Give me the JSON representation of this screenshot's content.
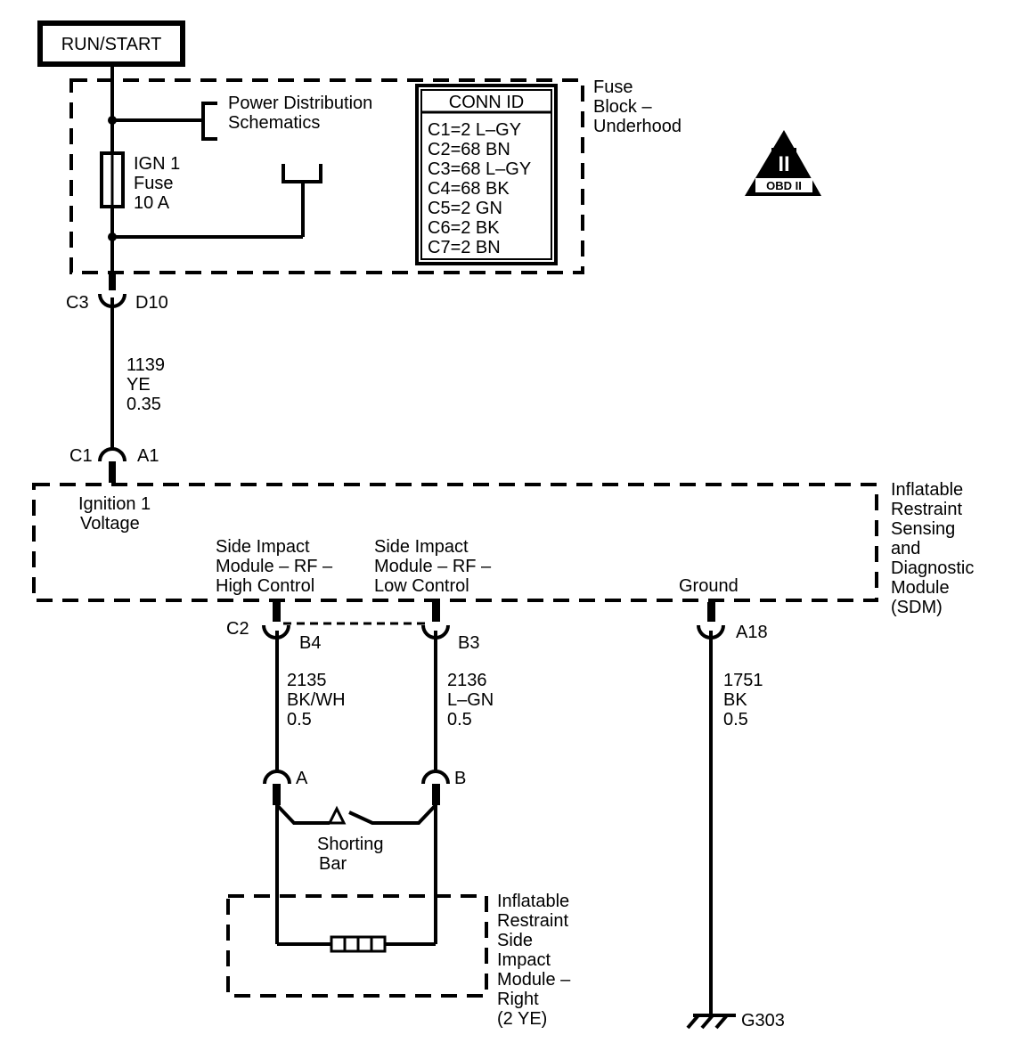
{
  "power_label": "RUN/START",
  "fuse_block": {
    "label": [
      "Fuse",
      "Block –",
      "Underhood"
    ],
    "power_distribution": [
      "Power Distribution",
      "Schematics"
    ],
    "fuse": [
      "IGN 1",
      "Fuse",
      "10 A"
    ],
    "conn_id_title": "CONN ID",
    "conn_ids": [
      "C1=2 L–GY",
      "C2=68 BN",
      "C3=68 L–GY",
      "C4=68 BK",
      "C5=2 GN",
      "C6=2 BK",
      "C7=2 BN"
    ]
  },
  "obd_badge": {
    "symbol": "II",
    "label": "OBD II"
  },
  "fuse_connector": {
    "left": "C3",
    "right": "D10"
  },
  "feed_wire": [
    "1139",
    "YE",
    "0.35"
  ],
  "sdm_connector_c1": {
    "left": "C1",
    "right": "A1"
  },
  "sdm": {
    "label": [
      "Inflatable",
      "Restraint",
      "Sensing",
      "and",
      "Diagnostic",
      "Module",
      "(SDM)"
    ],
    "ignition": [
      "Ignition 1",
      "Voltage"
    ],
    "high_control": [
      "Side Impact",
      "Module – RF –",
      "High Control"
    ],
    "low_control": [
      "Side Impact",
      "Module – RF –",
      "Low Control"
    ],
    "ground": "Ground"
  },
  "sdm_connector_c2": {
    "name": "C2",
    "pin_high": "B4",
    "pin_low": "B3"
  },
  "ground_pin": "A18",
  "wire_high": [
    "2135",
    "BK/WH",
    "0.5"
  ],
  "wire_low": [
    "2136",
    "L–GN",
    "0.5"
  ],
  "wire_ground": [
    "1751",
    "BK",
    "0.5"
  ],
  "module_pins": {
    "a": "A",
    "b": "B"
  },
  "shorting_bar": [
    "Shorting",
    "Bar"
  ],
  "side_module": [
    "Inflatable",
    "Restraint",
    "Side",
    "Impact",
    "Module –",
    "Right",
    "(2 YE)"
  ],
  "ground_point": "G303"
}
